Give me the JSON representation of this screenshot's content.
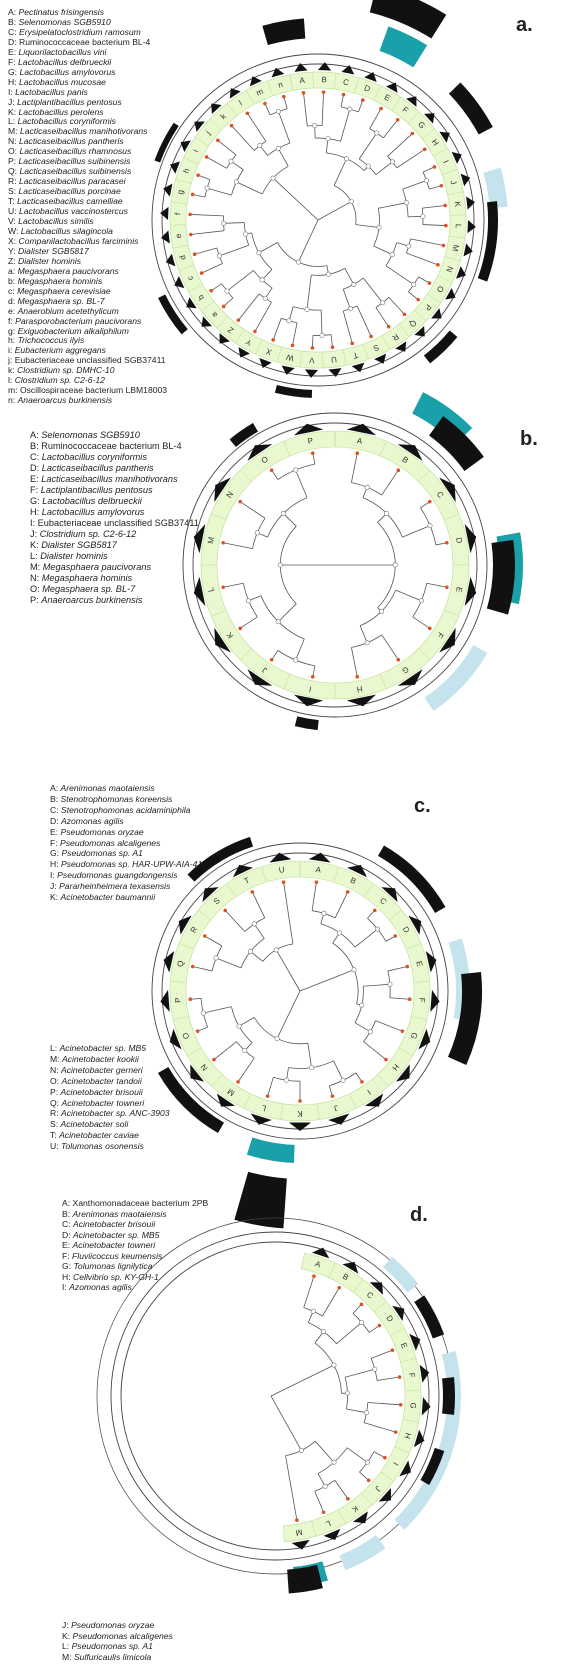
{
  "panels": [
    {
      "label": "a.",
      "letters": "ABCDEFGHIJKLMNOPQRSTUVWXYZabcdefghijklmn",
      "legend_groups": [
        [
          {
            "letter": "A",
            "name": "Pectinatus frisingensis",
            "italic": true
          },
          {
            "letter": "B",
            "name": "Selenomonas SGB5910",
            "italic": true
          },
          {
            "letter": "C",
            "name": "Erysipelatoclostridium ramosum",
            "italic": true
          },
          {
            "letter": "D",
            "name": "Ruminococcaceae bacterium BL-4",
            "italic": false
          },
          {
            "letter": "E",
            "name": "Liquorilactobacillus vini",
            "italic": true
          },
          {
            "letter": "F",
            "name": "Lactobacillus delbrueckii",
            "italic": true
          },
          {
            "letter": "G",
            "name": "Lactobacillus amylovorus",
            "italic": true
          },
          {
            "letter": "H",
            "name": "Lactobacillus mucosae",
            "italic": true
          },
          {
            "letter": "I",
            "name": "Lactobacillus panis",
            "italic": true
          },
          {
            "letter": "J",
            "name": "Lactiplantibacillus pentosus",
            "italic": true
          },
          {
            "letter": "K",
            "name": "Lactobacillus perolens",
            "italic": true
          },
          {
            "letter": "L",
            "name": "Lactobacillus coryniformis",
            "italic": true
          },
          {
            "letter": "M",
            "name": "Lacticaseibacillus manihotivorans",
            "italic": true
          },
          {
            "letter": "N",
            "name": "Lacticaseibacillus pantheris",
            "italic": true
          },
          {
            "letter": "O",
            "name": "Lacticaseibacillus rhamnosus",
            "italic": true
          },
          {
            "letter": "P",
            "name": "Lacticaseibacillus suibinensis",
            "italic": true
          },
          {
            "letter": "Q",
            "name": "Lacticaseibacillus suibinensis",
            "italic": true
          },
          {
            "letter": "R",
            "name": "Lacticaseibacillus paracasei",
            "italic": true
          },
          {
            "letter": "S",
            "name": "Lacticaseibacillus porcinae",
            "italic": true
          },
          {
            "letter": "T",
            "name": "Lacticaseibacillus camelliae",
            "italic": true
          },
          {
            "letter": "U",
            "name": "Lactobacillus vaccinostercus",
            "italic": true
          },
          {
            "letter": "V",
            "name": "Lactobacillus similis",
            "italic": true
          },
          {
            "letter": "W",
            "name": "Lactobacillus silagincola",
            "italic": true
          },
          {
            "letter": "X",
            "name": "Companilactobacillus farciminis",
            "italic": true
          },
          {
            "letter": "Y",
            "name": "Dialister SGB5817",
            "italic": true
          },
          {
            "letter": "Z",
            "name": "Dialister hominis",
            "italic": true
          },
          {
            "letter": "a",
            "name": "Megasphaera paucivorans",
            "italic": true
          },
          {
            "letter": "b",
            "name": "Megasphaera hominis",
            "italic": true
          },
          {
            "letter": "c",
            "name": "Megasphaera cerevisiae",
            "italic": true
          },
          {
            "letter": "d",
            "name": "Megasphaera sp. BL-7",
            "italic": true
          },
          {
            "letter": "e",
            "name": "Anaerobium acetethylicum",
            "italic": true
          },
          {
            "letter": "f",
            "name": "Parasporobacterium paucivorans",
            "italic": true
          },
          {
            "letter": "g",
            "name": "Exiguobacterium alkaliphilum",
            "italic": true
          },
          {
            "letter": "h",
            "name": "Trichococcus ilyis",
            "italic": true
          },
          {
            "letter": "i",
            "name": "Eubacterium aggregans",
            "italic": true
          },
          {
            "letter": "j",
            "name": "Eubacteriaceae unclassified SGB37411",
            "italic": false
          },
          {
            "letter": "k",
            "name": "Clostridium sp. DMHC-10",
            "italic": true
          },
          {
            "letter": "l",
            "name": "Clostridium sp. C2-6-12",
            "italic": true
          },
          {
            "letter": "m",
            "name": "Oscillospiraceae bacterium LBM18003",
            "italic": false
          },
          {
            "letter": "n",
            "name": "Anaeroarcus burkinensis",
            "italic": true
          }
        ]
      ]
    },
    {
      "label": "b.",
      "letters": "ABCDEFGHIJKLMNOP",
      "legend_groups": [
        [
          {
            "letter": "A",
            "name": "Selenomonas SGB5910",
            "italic": true
          },
          {
            "letter": "B",
            "name": "Ruminococcaceae bacterium BL-4",
            "italic": false
          },
          {
            "letter": "C",
            "name": "Lactobacillus coryniformis",
            "italic": true
          },
          {
            "letter": "D",
            "name": "Lacticaseibacillus pantheris",
            "italic": true
          },
          {
            "letter": "E",
            "name": "Lacticaseibacillus manihotivorans",
            "italic": true
          },
          {
            "letter": "F",
            "name": "Lactiplantibacillus pentosus",
            "italic": true
          },
          {
            "letter": "G",
            "name": "Lactobacillus delbrueckii",
            "italic": true
          },
          {
            "letter": "H",
            "name": "Lactobacillus amylovorus",
            "italic": true
          },
          {
            "letter": "I",
            "name": "Eubacteriaceae unclassified SGB37411",
            "italic": false
          },
          {
            "letter": "J",
            "name": "Clostridium sp. C2-6-12",
            "italic": true
          },
          {
            "letter": "K",
            "name": "Dialister SGB5817",
            "italic": true
          },
          {
            "letter": "L",
            "name": "Dialister hominis",
            "italic": true
          },
          {
            "letter": "M",
            "name": "Megasphaera paucivorans",
            "italic": true
          },
          {
            "letter": "N",
            "name": "Megasphaera hominis",
            "italic": true
          },
          {
            "letter": "O",
            "name": "Megasphaera sp. BL-7",
            "italic": true
          },
          {
            "letter": "P",
            "name": "Anaeroarcus burkinensis",
            "italic": true
          }
        ]
      ]
    },
    {
      "label": "c.",
      "letters": "ABCDEFGHIJKLMNOPQRSTU",
      "legend_groups": [
        [
          {
            "letter": "A",
            "name": "Arenimonas maotaiensis",
            "italic": true
          },
          {
            "letter": "B",
            "name": "Stenotrophomonas koreensis",
            "italic": true
          },
          {
            "letter": "C",
            "name": "Stenotrophomonas acidaminiphila",
            "italic": true
          },
          {
            "letter": "D",
            "name": "Azomonas agilis",
            "italic": true
          },
          {
            "letter": "E",
            "name": "Pseudomonas oryzae",
            "italic": true
          },
          {
            "letter": "F",
            "name": "Pseudomonas alcaligenes",
            "italic": true
          },
          {
            "letter": "G",
            "name": "Pseudomonas sp. A1",
            "italic": true
          },
          {
            "letter": "H",
            "name": "Pseudomonas sp. HAR-UPW-AIA-41",
            "italic": true
          },
          {
            "letter": "I",
            "name": "Pseudomonas guangdongensis",
            "italic": true
          },
          {
            "letter": "J",
            "name": "Pararheinheimera texasensis",
            "italic": true
          },
          {
            "letter": "K",
            "name": "Acinetobacter baumannii",
            "italic": true
          }
        ],
        [
          {
            "letter": "L",
            "name": "Acinetobacter sp. MB5",
            "italic": true
          },
          {
            "letter": "M",
            "name": "Acinetobacter kookii",
            "italic": true
          },
          {
            "letter": "N",
            "name": "Acinetobacter gerneri",
            "italic": true
          },
          {
            "letter": "O",
            "name": "Acinetobacter tandoii",
            "italic": true
          },
          {
            "letter": "P",
            "name": "Acinetobacter brisouii",
            "italic": true
          },
          {
            "letter": "Q",
            "name": "Acinetobacter towneri",
            "italic": true
          },
          {
            "letter": "R",
            "name": "Acinetobacter sp. ANC-3903",
            "italic": true
          },
          {
            "letter": "S",
            "name": "Acinetobacter soli",
            "italic": true
          },
          {
            "letter": "T",
            "name": "Acinetobacter caviae",
            "italic": true
          },
          {
            "letter": "U",
            "name": "Tolumonas osonensis",
            "italic": true
          }
        ]
      ]
    },
    {
      "label": "d.",
      "letters": "ABCDEFGHIJKLM",
      "legend_groups": [
        [
          {
            "letter": "A",
            "name": "Xanthomonadaceae bacterium 2PB",
            "italic": false
          },
          {
            "letter": "B",
            "name": "Arenimonas maotaiensis",
            "italic": true
          },
          {
            "letter": "C",
            "name": "Acinetobacter brisouii",
            "italic": true
          },
          {
            "letter": "D",
            "name": "Acinetobacter sp. MB5",
            "italic": true
          },
          {
            "letter": "E",
            "name": "Acinetobacter towneri",
            "italic": true
          },
          {
            "letter": "F",
            "name": "Fluviicoccus keumensis",
            "italic": true
          },
          {
            "letter": "G",
            "name": "Tolumonas lignilytica",
            "italic": true
          },
          {
            "letter": "H",
            "name": "Cellvibrio sp. KY-GH-1",
            "italic": true
          },
          {
            "letter": "I",
            "name": "Azomonas agilis",
            "italic": true
          }
        ],
        [
          {
            "letter": "J",
            "name": "Pseudomonas oryzae",
            "italic": true
          },
          {
            "letter": "K",
            "name": "Pseudomonas alcaligenes",
            "italic": true
          },
          {
            "letter": "L",
            "name": "Pseudomonas sp. A1",
            "italic": true
          },
          {
            "letter": "M",
            "name": "Sulfuricaulis limicola",
            "italic": true
          }
        ]
      ]
    }
  ],
  "colors": {
    "ring": "#eaf8cf",
    "ring_line": "#b9df8f",
    "node": "#d9541e",
    "line": "#555555",
    "teal": "#1aa0a8",
    "light_blue": "#c4e3ec",
    "black": "#111111"
  }
}
